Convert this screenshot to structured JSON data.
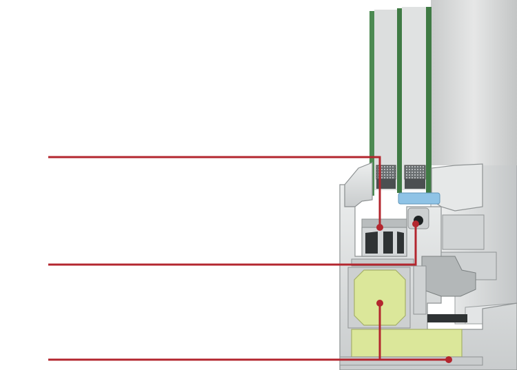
{
  "figure": {
    "subject": "window-profile-cross-section-icon",
    "callouts": [
      {
        "name": "callout-line-reinforcement",
        "target": "steel-reinforcement-chamber"
      },
      {
        "name": "callout-line-seal",
        "target": "glazing-gasket-chamber"
      },
      {
        "name": "callout-line-insulation",
        "target": "thermal-insulation-inserts"
      }
    ]
  },
  "colors": {
    "background": "#ffffff",
    "profile": "#d9dcdd",
    "profile_dark": "#a9adae",
    "profile_edge": "#8e9293",
    "glass": "#d2d4d4",
    "glass_edge": "#3f7a44",
    "spacer": "#555a5c",
    "gasket_blue": "#8fc3e6",
    "insulation": "#dbe79a",
    "callout_line": "#b3262e"
  }
}
